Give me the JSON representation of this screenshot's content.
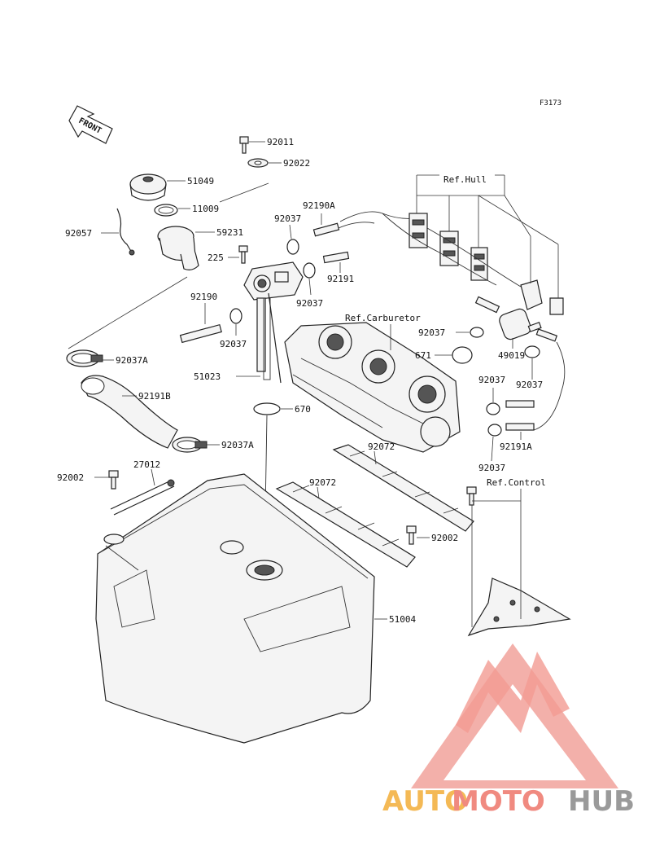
{
  "diagram": {
    "figure_code": "F3173",
    "front_label": "FRONT",
    "labels": {
      "p92011": "92011",
      "p92022": "92022",
      "p51049": "51049",
      "p11009": "11009",
      "p92057": "92057",
      "p59231": "59231",
      "p225": "225",
      "p92190A": "92190A",
      "p92037_a": "92037",
      "p92191": "92191",
      "p92037_b": "92037",
      "p92190": "92190",
      "p92037_c": "92037",
      "p92037A_1": "92037A",
      "p51023": "51023",
      "p92191B": "92191B",
      "p670": "670",
      "p92037A_2": "92037A",
      "p27012": "27012",
      "p92002_a": "92002",
      "p92072_a": "92072",
      "p92072_b": "92072",
      "p92002_b": "92002",
      "p51004": "51004",
      "p92037_d": "92037",
      "p671": "671",
      "p49019": "49019",
      "p92037_e": "92037",
      "p92037_f": "92037",
      "p92191A": "92191A",
      "p92037_g": "92037",
      "ref_hull": "Ref.Hull",
      "ref_carburetor": "Ref.Carburetor",
      "ref_control": "Ref.Control"
    }
  },
  "watermark": {
    "text_auto": "AUTO",
    "text_moto": "MOTO",
    "text_hub": "HUB",
    "colors": {
      "auto": "#f4b955",
      "moto": "#f08a80",
      "hub": "#9a9a9a",
      "triangle": "#ee7a72"
    }
  }
}
